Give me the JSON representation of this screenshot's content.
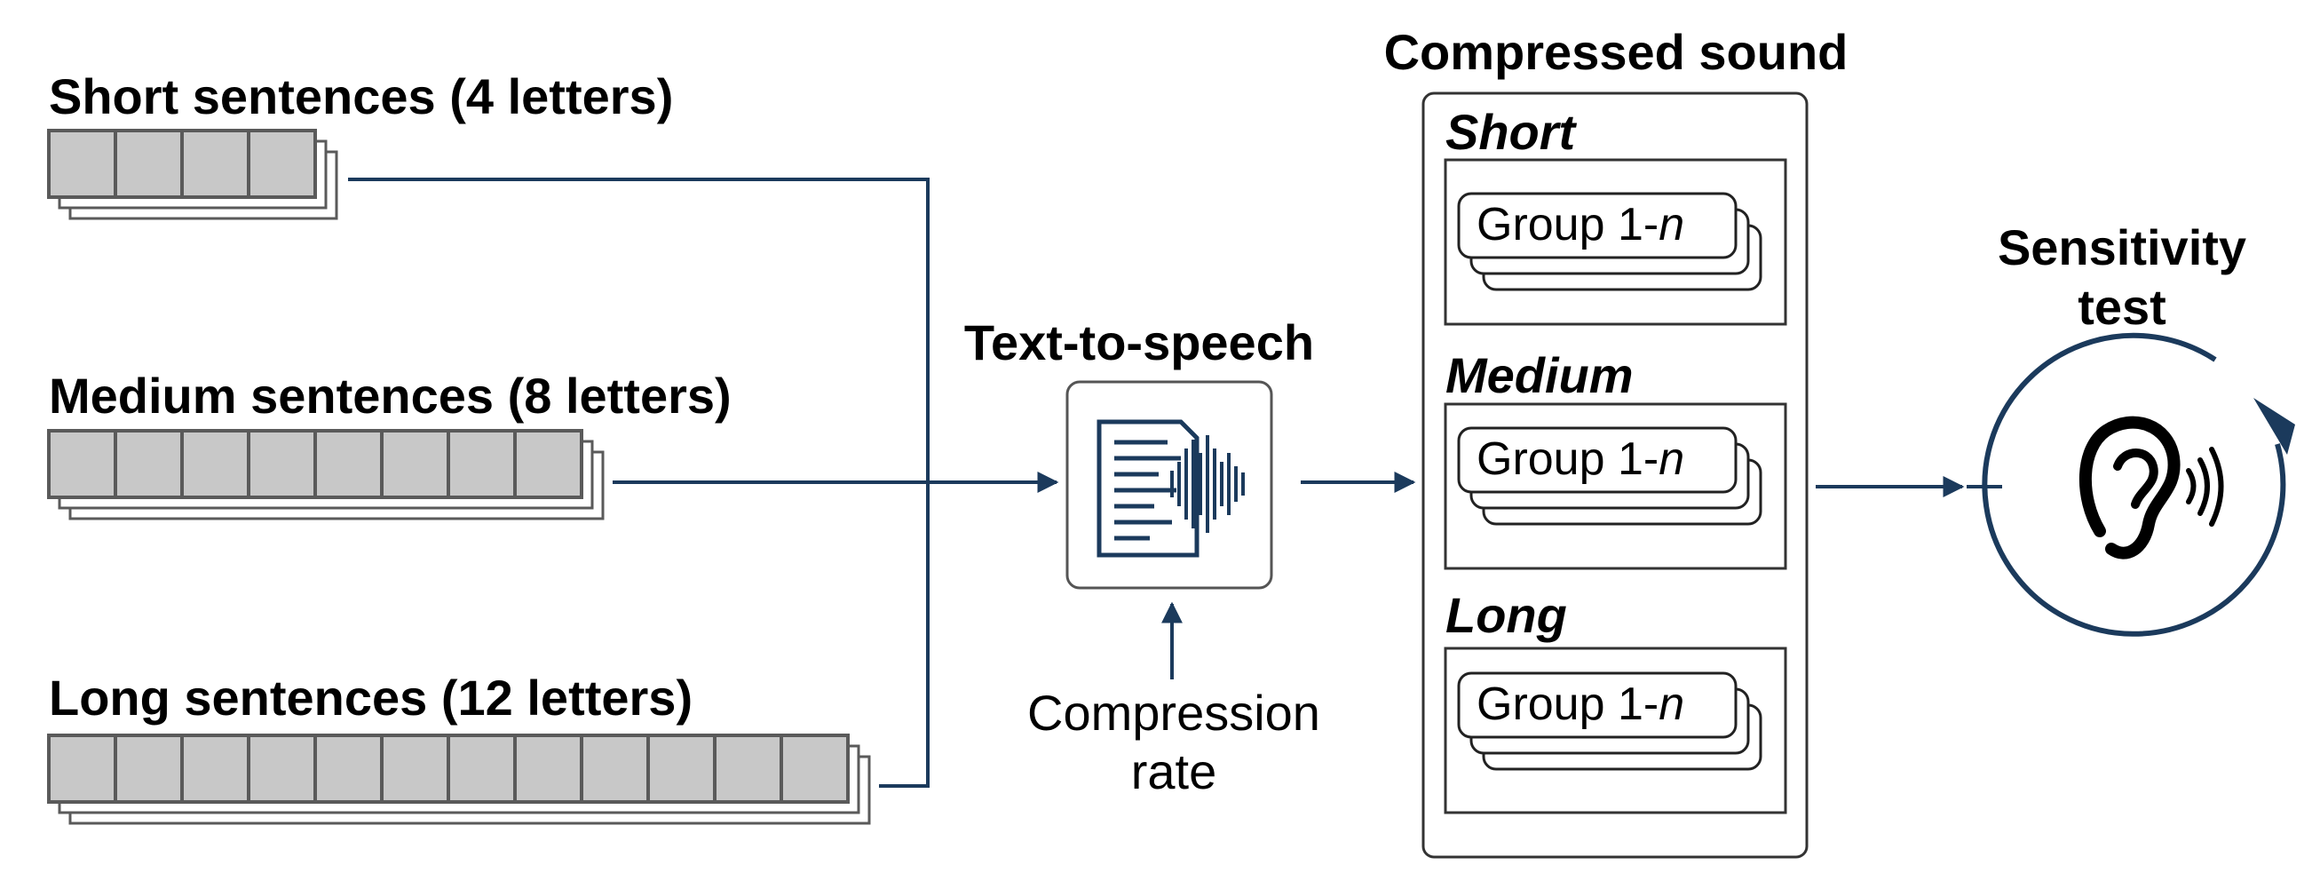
{
  "sentence_groups": [
    {
      "label": "Short sentences (4 letters)",
      "letters": 4
    },
    {
      "label": "Medium sentences (8 letters)",
      "letters": 8
    },
    {
      "label": "Long sentences (12 letters)",
      "letters": 12
    }
  ],
  "tts": {
    "title": "Text-to-speech",
    "input_line1": "Compression",
    "input_line2": "rate"
  },
  "compressed": {
    "title": "Compressed sound",
    "sections": [
      {
        "label": "Short",
        "group_text": "Group 1-",
        "group_n": "n"
      },
      {
        "label": "Medium",
        "group_text": "Group 1-",
        "group_n": "n"
      },
      {
        "label": "Long",
        "group_text": "Group 1-",
        "group_n": "n"
      }
    ]
  },
  "sensitivity": {
    "line1": "Sensitivity",
    "line2": "test"
  },
  "colors": {
    "line": "#1b3a5c",
    "box_fill": "#c8c8c8",
    "box_stroke": "#5a5a5a",
    "frame_stroke": "#333333"
  }
}
